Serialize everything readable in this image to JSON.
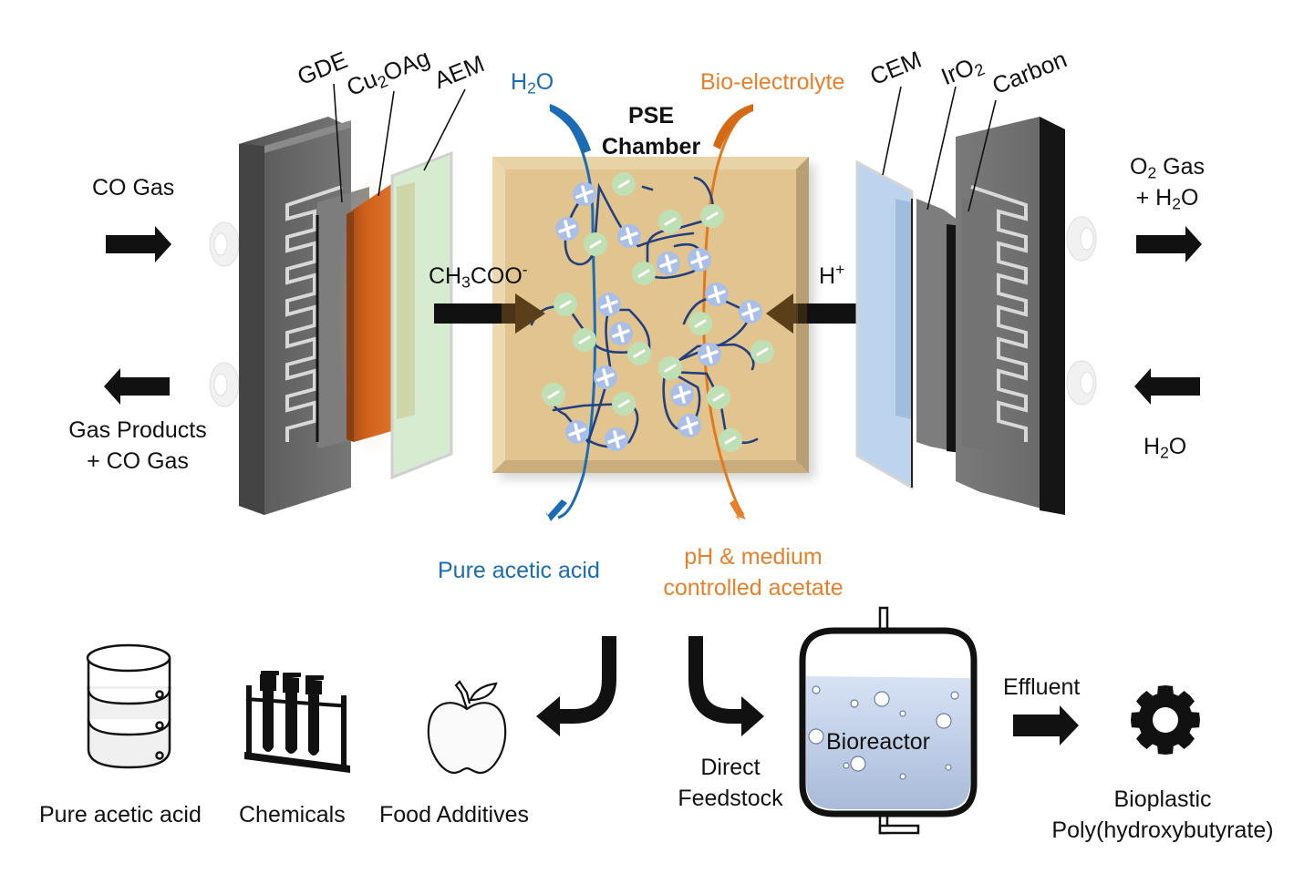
{
  "colors": {
    "water_blue": "#1a6db5",
    "bio_orange": "#e8802a",
    "chamber_tan": "#e2c48f",
    "cation_blue": "#a9bfe8",
    "anion_green": "#bfe0b5",
    "aem_green": "#d6ebcf",
    "cem_blue": "#bcd4ee",
    "cu2oag_orange": "#d0601a",
    "plate_gray": "#6b6b6b",
    "polymer_navy": "#22407f",
    "reactor_liquid": "#c8d6ee"
  },
  "cell": {
    "left_layers": [
      {
        "name": "GDE",
        "label": "GDE"
      },
      {
        "name": "Cu2OAg",
        "label_main": "Cu",
        "label_sub": "2",
        "label_rest": "OAg"
      },
      {
        "name": "AEM",
        "label": "AEM"
      }
    ],
    "right_layers": [
      {
        "name": "CEM",
        "label": "CEM"
      },
      {
        "name": "IrO2",
        "label_main": "IrO",
        "label_sub": "2"
      },
      {
        "name": "Carbon",
        "label": "Carbon"
      }
    ],
    "chamber": {
      "line1": "PSE",
      "line2": "Chamber"
    },
    "inlet_water": {
      "main": "H",
      "sub": "2",
      "rest": "O"
    },
    "inlet_bio": "Bio-electrolyte",
    "ion_left": {
      "main": "CH",
      "sub": "3",
      "rest": "COO",
      "sup": "-"
    },
    "ion_right": {
      "main": "H",
      "sup": "+"
    },
    "outlet_acid": "Pure acetic acid",
    "outlet_acetate_line1": "pH & medium",
    "outlet_acetate_line2": "controlled acetate",
    "cation_symbol": "+",
    "anion_symbol": "−"
  },
  "flows": {
    "left_in": "CO Gas",
    "left_out_line1": "Gas Products",
    "left_out_line2": "+ CO Gas",
    "right_out_line1": {
      "main": "O",
      "sub": "2",
      "rest": " Gas"
    },
    "right_out_line2": {
      "main": "+ H",
      "sub": "2",
      "rest": "O"
    },
    "right_in": {
      "main": "H",
      "sub": "2",
      "rest": "O"
    }
  },
  "applications": [
    {
      "label": "Pure acetic acid",
      "icon": "storage-tank-icon"
    },
    {
      "label": "Chemicals",
      "icon": "test-tubes-icon"
    },
    {
      "label": "Food Additives",
      "icon": "apple-icon"
    }
  ],
  "bioprocess": {
    "feed_line1": "Direct",
    "feed_line2": "Feedstock",
    "reactor": "Bioreactor",
    "effluent": "Effluent",
    "product_line1": "Bioplastic",
    "product_line2": "Poly(hydroxybutyrate)",
    "product_icon": "gear-icon"
  }
}
